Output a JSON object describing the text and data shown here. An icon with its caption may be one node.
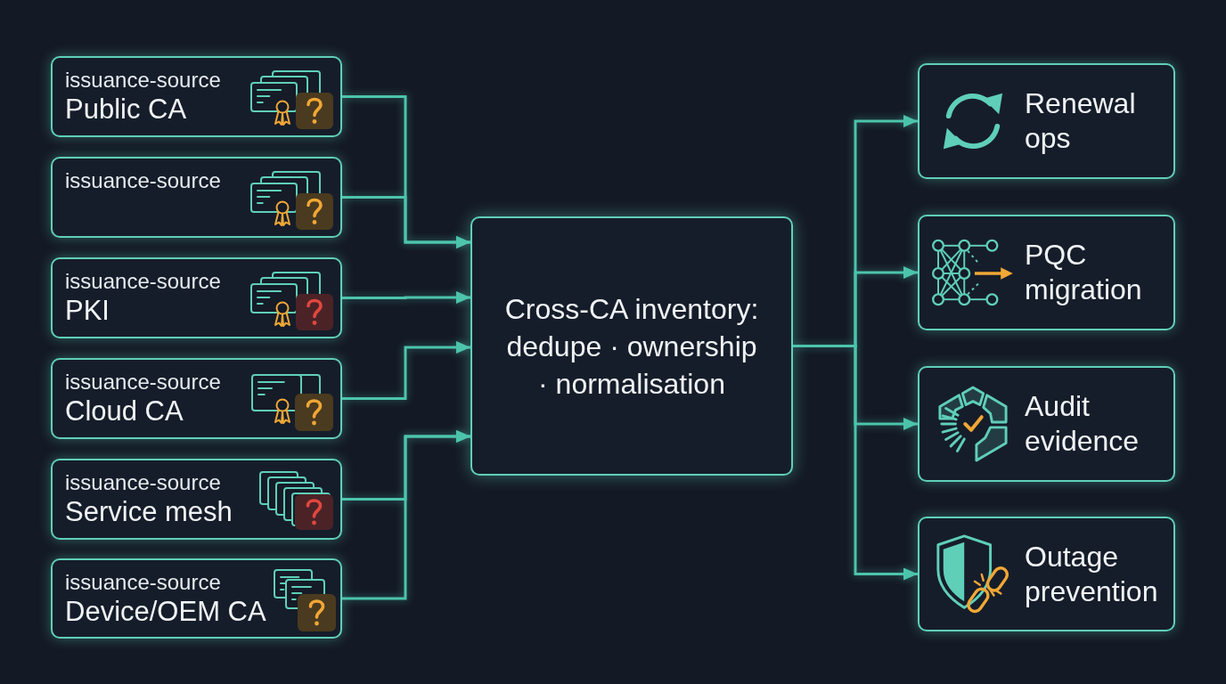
{
  "diagram": {
    "nodes": [
      {
        "text": [
          "issuance-source",
          "Public CA"
        ]
      },
      {
        "text": [
          "issuance-source"
        ]
      },
      {
        "text": [
          "issuance-source",
          "PKI"
        ]
      },
      {
        "text": [
          "issuance-source",
          "Cloud CA"
        ]
      },
      {
        "text": [
          "issuance-source",
          "Service mesh"
        ]
      },
      {
        "text": [
          "issuance-source",
          "Device/OEM CA"
        ]
      },
      {
        "text": [
          "Cross-CA inventory: dedupe · ownership · normalisation"
        ]
      },
      {
        "text": [
          "Renewal ops"
        ]
      },
      {
        "text": [
          "PQC migration"
        ]
      },
      {
        "text": [
          "Audit evidence"
        ]
      },
      {
        "text": [
          "Outage prevention"
        ]
      }
    ],
    "edges": [
      {
        "from": 0,
        "to": 6,
        "arrow": "to"
      },
      {
        "from": 1,
        "to": 6,
        "arrow": "to"
      },
      {
        "from": 2,
        "to": 6,
        "arrow": "to"
      },
      {
        "from": 3,
        "to": 6,
        "arrow": "to"
      },
      {
        "from": 4,
        "to": 6,
        "arrow": "to"
      },
      {
        "from": 5,
        "to": 6,
        "arrow": "to"
      },
      {
        "from": 6,
        "to": 7,
        "arrow": "to"
      },
      {
        "from": 6,
        "to": 8,
        "arrow": "to"
      },
      {
        "from": 6,
        "to": 9,
        "arrow": "to"
      },
      {
        "from": 6,
        "to": 10,
        "arrow": "to"
      }
    ]
  }
}
